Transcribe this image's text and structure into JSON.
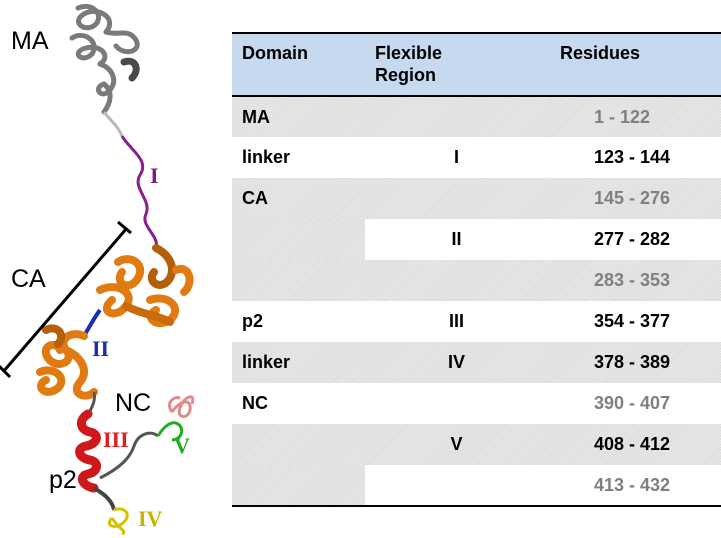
{
  "figure": {
    "domain_labels": [
      "MA",
      "CA",
      "NC",
      "p2"
    ],
    "region_labels": [
      {
        "text": "I",
        "color": "#7b1c7f"
      },
      {
        "text": "II",
        "color": "#1a2fb0"
      },
      {
        "text": "III",
        "color": "#e02020"
      },
      {
        "text": "V",
        "color": "#22aa22"
      },
      {
        "text": "IV",
        "color": "#c8b400"
      }
    ]
  },
  "table": {
    "headers": [
      "Domain",
      "Flexible Region",
      "Residues"
    ],
    "rows": [
      {
        "domain": "MA",
        "region": "",
        "residues": "1 - 122",
        "flex": false
      },
      {
        "domain": "linker",
        "region": "I",
        "residues": "123 - 144",
        "flex": true
      },
      {
        "domain": "CA",
        "region": "",
        "residues": "145 - 276",
        "flex": false
      },
      {
        "domain": "",
        "region": "II",
        "residues": "277 - 282",
        "flex": true
      },
      {
        "domain": "",
        "region": "",
        "residues": "283 - 353",
        "flex": false
      },
      {
        "domain": "p2",
        "region": "III",
        "residues": "354 - 377",
        "flex": true
      },
      {
        "domain": "linker",
        "region": "IV",
        "residues": "378 - 389",
        "flex": true
      },
      {
        "domain": "NC",
        "region": "",
        "residues": "390 - 407",
        "flex": false
      },
      {
        "domain": "",
        "region": "V",
        "residues": "408 - 412",
        "flex": true
      },
      {
        "domain": "",
        "region": "",
        "residues": "413 - 432",
        "flex": false
      }
    ]
  }
}
